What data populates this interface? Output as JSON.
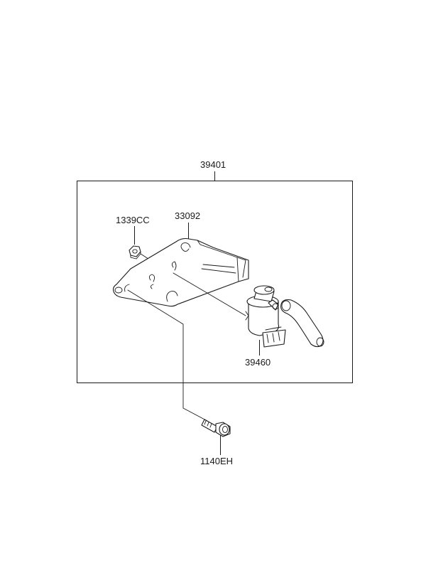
{
  "labels": {
    "assembly": "39401",
    "nut": "1339CC",
    "bracket": "33092",
    "valve": "39460",
    "bolt": "1140EH"
  }
}
